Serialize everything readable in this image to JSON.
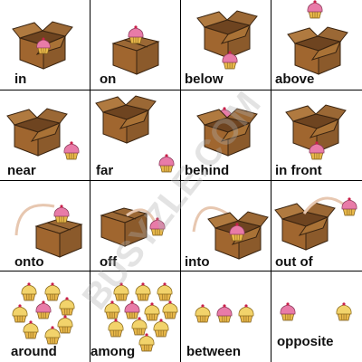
{
  "prepositions": [
    {
      "id": "in",
      "label": "in"
    },
    {
      "id": "on",
      "label": "on"
    },
    {
      "id": "below",
      "label": "below"
    },
    {
      "id": "above",
      "label": "above"
    },
    {
      "id": "near",
      "label": "near"
    },
    {
      "id": "far",
      "label": "far"
    },
    {
      "id": "behind",
      "label": "behind"
    },
    {
      "id": "in-front",
      "label": "in front"
    },
    {
      "id": "onto",
      "label": "onto"
    },
    {
      "id": "off",
      "label": "off"
    },
    {
      "id": "into",
      "label": "into"
    },
    {
      "id": "out-of",
      "label": "out of"
    },
    {
      "id": "around",
      "label": "around"
    },
    {
      "id": "among",
      "label": "among"
    },
    {
      "id": "between",
      "label": "between"
    },
    {
      "id": "opposite",
      "label": "opposite"
    }
  ],
  "watermark": "BUSYZLE.COM",
  "colors": {
    "box": "#8B5A2B",
    "box_dark": "#5C3A1A",
    "frosting_pink": "#E87BA8",
    "frosting_yellow": "#F2D36B",
    "cup": "#E8B84A",
    "motion_path": "#E7C7B0",
    "grid_line": "#000000"
  }
}
